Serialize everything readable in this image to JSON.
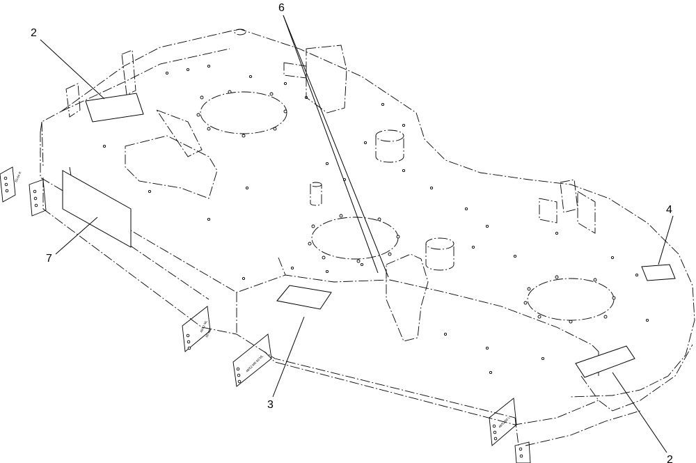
{
  "callouts": {
    "c2a": "2",
    "c6": "6",
    "c4": "4",
    "c7": "7",
    "c3": "3",
    "c2b": "2"
  },
  "bracket_labels": {
    "b1": "63-64 R",
    "b2": "48/52 ML",
    "b3": "60 MR",
    "b4": "48/52 MR 60 ML",
    "b5": "48/52/60 L"
  }
}
